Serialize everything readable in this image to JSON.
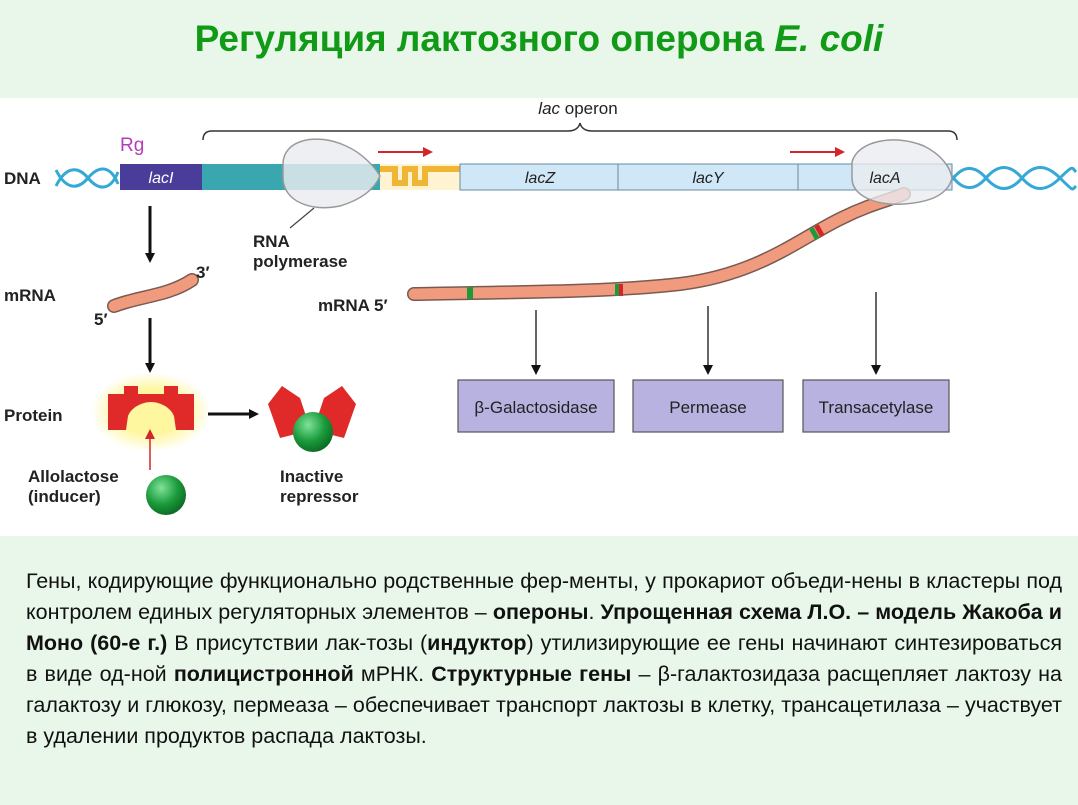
{
  "title": {
    "main": "Регуляция лактозного оперона ",
    "species": "E. coli"
  },
  "diagram": {
    "operon_label_italic": "lac",
    "operon_label_rest": " operon",
    "dna_label": "DNA",
    "rg_label": "Rg",
    "laci_label": "lacI",
    "lacz_label": "lacZ",
    "lacy_label": "lacY",
    "laca_label": "lacA",
    "rna_polymerase_label_line1": "RNA",
    "rna_polymerase_label_line2": "polymerase",
    "mrna_left_label": "mRNA",
    "mrna_left_3prime": "3′",
    "mrna_left_5prime": "5′",
    "mrna_right_label": "mRNA 5′",
    "protein_label": "Protein",
    "allolactose_line1": "Allolactose",
    "allolactose_line2": "(inducer)",
    "inactive_line1": "Inactive",
    "inactive_line2": "repressor",
    "enzymes": [
      "β-Galactosidase",
      "Permease",
      "Transacetylase"
    ],
    "colors": {
      "laci_box": "#4a3d9a",
      "teal_segment": "#3aa7b0",
      "operator": "#f5c24c",
      "gene_box": "#cfe7f6",
      "mrna": "#f19b7e",
      "repressor": "#e02a2a",
      "inducer": "#1a9a3a",
      "enzyme_box": "#b7b2e0",
      "dna_helix": "#35a9d6",
      "title_green": "#109a16"
    }
  },
  "paragraph": {
    "s1": "Гены, кодирующие функционально родственные фер-менты, у прокариот объеди-нены в кластеры под контролем единых регуляторных элементов – ",
    "b1": "опероны",
    "s2": ". ",
    "b2": "Упрощенная схема Л.О. – модель Жакоба и Моно (60-е г.)",
    "s3": " В присутствии лак-тозы (",
    "b3": "индуктор",
    "s4": ") утилизирующие ее гены начинают синтезироваться в виде од-ной ",
    "b4": "полицистронной",
    "s5": " мРНК. ",
    "b5": "Структурные гены",
    "s6": " – β-галактозидаза расщепляет лактозу на галактозу и глюкозу, пермеаза – обеспечивает транспорт лактозы в клетку, трансацетилаза – участвует в удалении продуктов распада лактозы."
  }
}
